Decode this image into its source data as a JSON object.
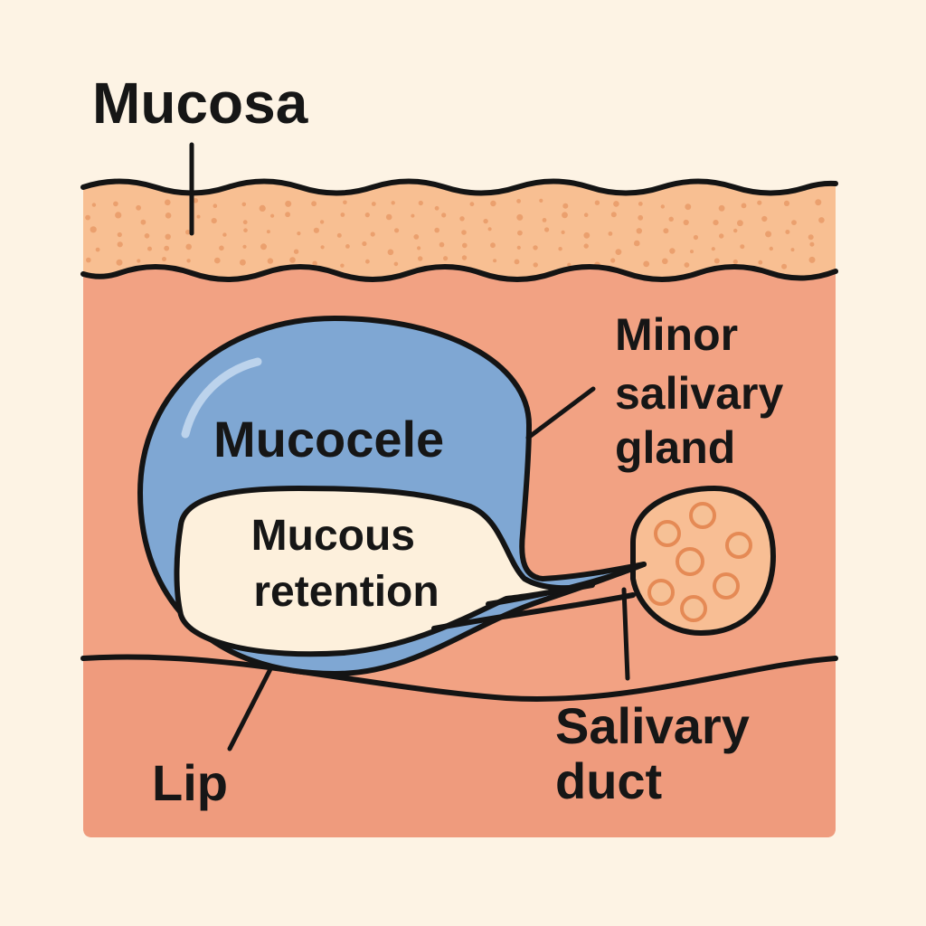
{
  "labels": {
    "mucosa": "Mucosa",
    "minor_salivary_gland": [
      "Minor",
      "salivary",
      "gland"
    ],
    "mucocele": "Mucocele",
    "mucous_retention": [
      "Mucous",
      "retention"
    ],
    "lip": "Lip",
    "salivary_duct": [
      "Salivary",
      "duct"
    ]
  },
  "colors": {
    "background": "#fdf3e4",
    "mucosa_layer": "#f8bf92",
    "mucosa_dots": "#e79562",
    "tissue": "#f2a283",
    "lip_band": "#ef9b7d",
    "mucocele_fill": "#7fa7d3",
    "retention_fill": "#fdf0dc",
    "gland_fill": "#f8be94",
    "acini": "#e58a55",
    "outline": "#141414"
  }
}
